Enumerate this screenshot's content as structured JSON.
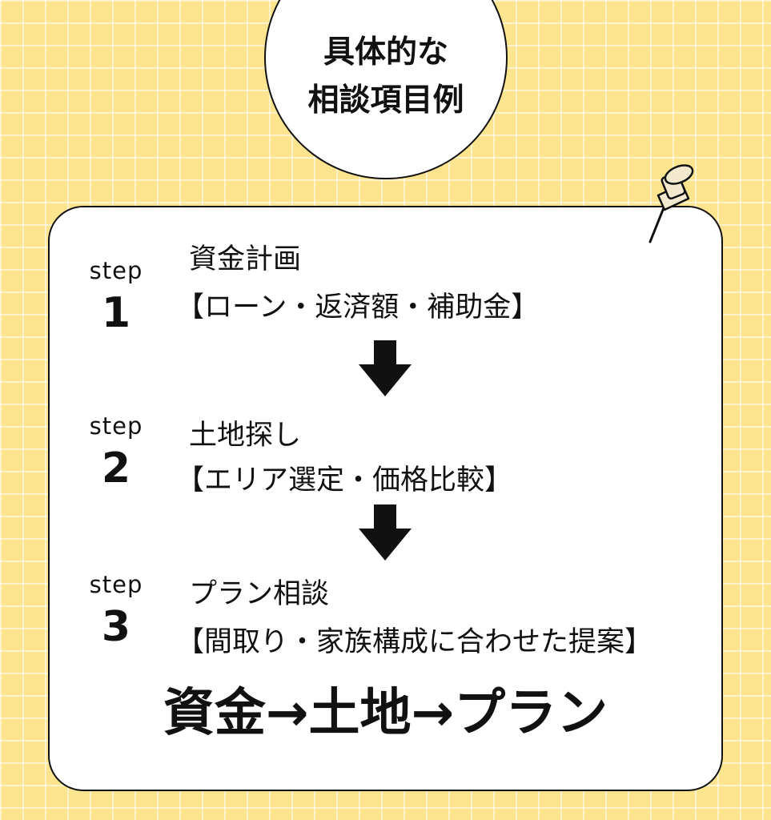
{
  "title": {
    "line1": "具体的な",
    "line2": "相談項目例"
  },
  "steps": [
    {
      "word": "step",
      "number": "1",
      "line1": "資金計画",
      "line2": "【ローン・返済額・補助金】"
    },
    {
      "word": "step",
      "number": "2",
      "line1": "土地探し",
      "line2": "【エリア選定・価格比較】"
    },
    {
      "word": "step",
      "number": "3",
      "line1": "プラン相談",
      "line2": "【間取り・家族構成に合わせた提案】"
    }
  ],
  "summary": "資金→土地→プラン",
  "colors": {
    "background": "#fde48f",
    "grid": "#ffffff",
    "card": "#ffffff",
    "ink": "#111111",
    "pin": "#f3e9cf"
  }
}
